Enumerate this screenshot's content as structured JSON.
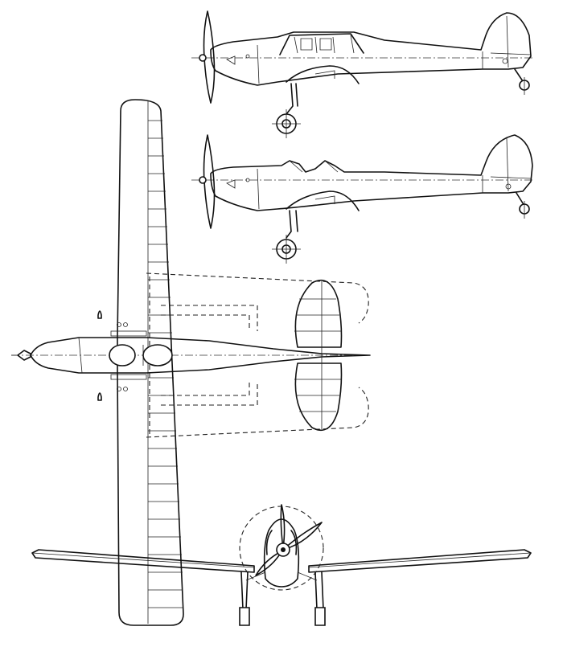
{
  "drawing": {
    "views": [
      "side-view-canopy",
      "side-view-open-cockpit",
      "plan-view",
      "front-view"
    ]
  }
}
